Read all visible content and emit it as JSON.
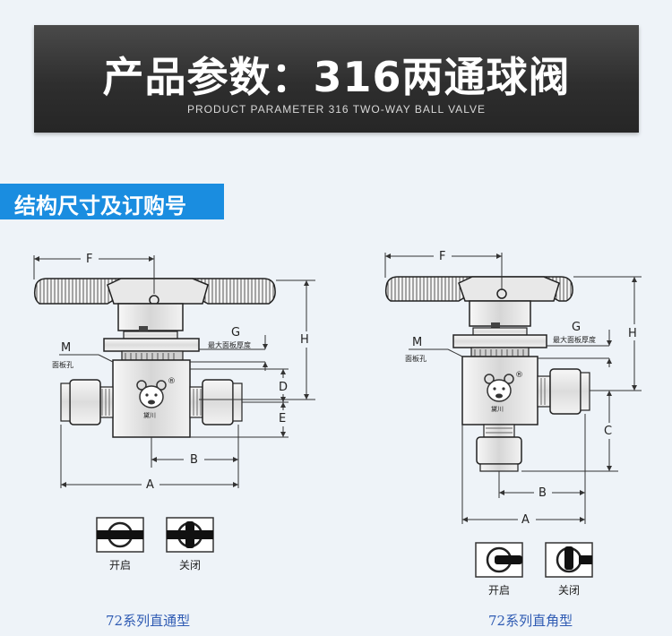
{
  "banner": {
    "title": "产品参数：316两通球阀",
    "subtitle": "PRODUCT PARAMETER 316 TWO-WAY BALL VALVE"
  },
  "section": {
    "title": "结构尺寸及订购号"
  },
  "left_diagram": {
    "dims": {
      "F": "F",
      "H": "H",
      "G": "G",
      "M": "M",
      "D": "D",
      "E": "E",
      "B": "B",
      "A": "A"
    },
    "g_note": "最大面板厚度",
    "m_note": "面板孔",
    "logo_mark": "®",
    "logo_text": "黛川",
    "open_label": "开启",
    "close_label": "关闭",
    "caption": "72系列直通型"
  },
  "right_diagram": {
    "dims": {
      "F": "F",
      "H": "H",
      "G": "G",
      "M": "M",
      "C": "C",
      "B": "B",
      "A": "A"
    },
    "g_note": "最大面板厚度",
    "m_note": "面板孔",
    "logo_mark": "®",
    "logo_text": "黛川",
    "open_label": "开启",
    "close_label": "关闭",
    "caption": "72系列直角型"
  },
  "colors": {
    "banner_bg": "#333333",
    "section_tag_bg": "#1a8de0",
    "caption_text": "#2f5bb3",
    "page_bg": "#eef3f8"
  }
}
